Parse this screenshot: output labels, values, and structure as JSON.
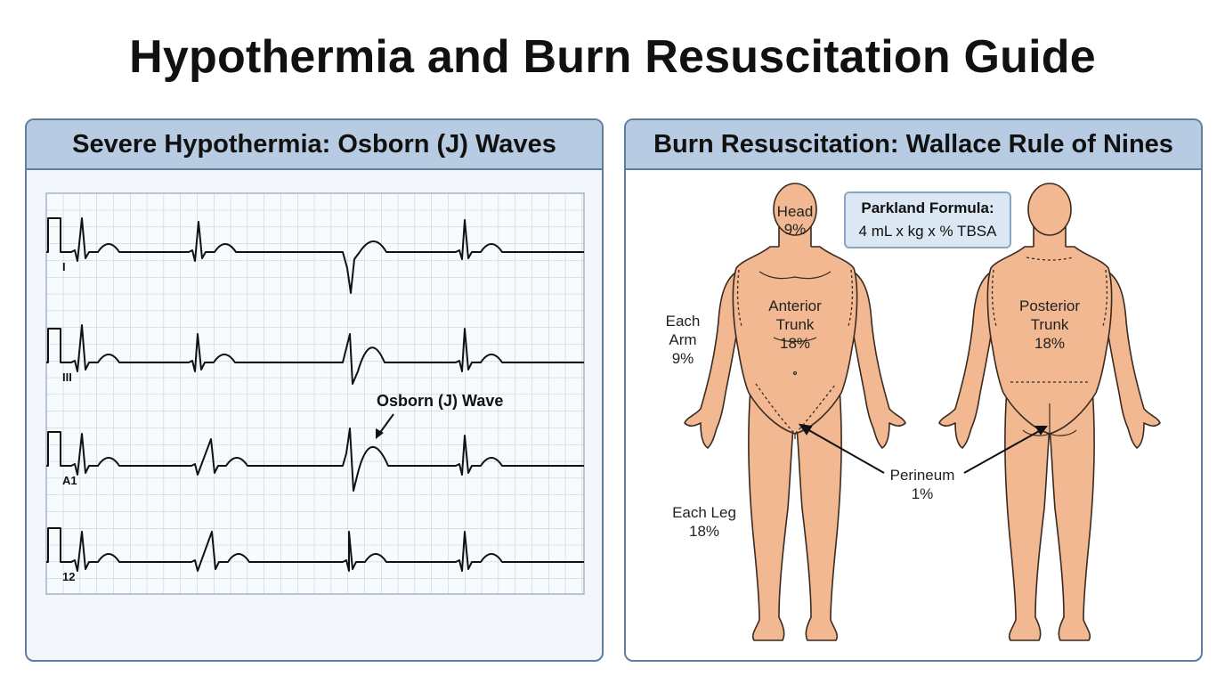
{
  "title": "Hypothermia and Burn Resuscitation Guide",
  "left_panel": {
    "title": "Severe Hypothermia: Osborn (J) Waves",
    "leads": [
      "I",
      "III",
      "A1",
      "12"
    ],
    "annotation": "Osborn (J) Wave"
  },
  "right_panel": {
    "title": "Burn Resuscitation: Wallace Rule of Nines",
    "formula": {
      "title": "Parkland Formula:",
      "equation": "4 mL x kg x % TBSA"
    },
    "labels": {
      "head": [
        "Head",
        "9%"
      ],
      "anterior_trunk": [
        "Anterior",
        "Trunk",
        "18%"
      ],
      "posterior_trunk": [
        "Posterior",
        "Trunk",
        "18%"
      ],
      "each_arm": [
        "Each",
        "Arm",
        "9%"
      ],
      "each_leg": [
        "Each Leg",
        "18%"
      ],
      "perineum": [
        "Perineum",
        "1%"
      ]
    }
  },
  "colors": {
    "header_bg": "#b7cce2",
    "border": "#5f7f9f",
    "skin": "#f1b891",
    "skin_outline": "#3a2a20",
    "ecg_grid": "#b9cad9",
    "ecg_trace": "#111111"
  }
}
